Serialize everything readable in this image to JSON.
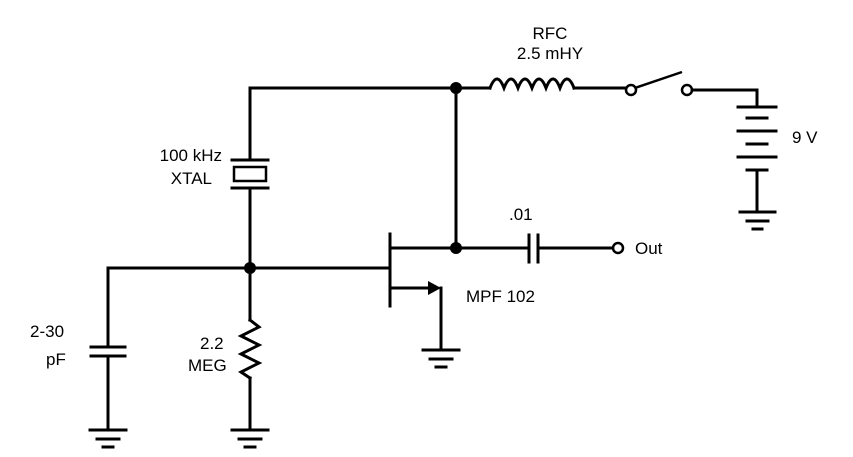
{
  "labels": {
    "rfc_name": "RFC",
    "rfc_value": "2.5 mHY",
    "battery": "9 V",
    "crystal_freq": "100 kHz",
    "crystal_name": "XTAL",
    "coupling_cap": ".01",
    "output": "Out",
    "transistor": "MPF 102",
    "trimmer_value": "2-30",
    "trimmer_unit": "pF",
    "resistor_value": "2.2",
    "resistor_unit": "MEG"
  }
}
